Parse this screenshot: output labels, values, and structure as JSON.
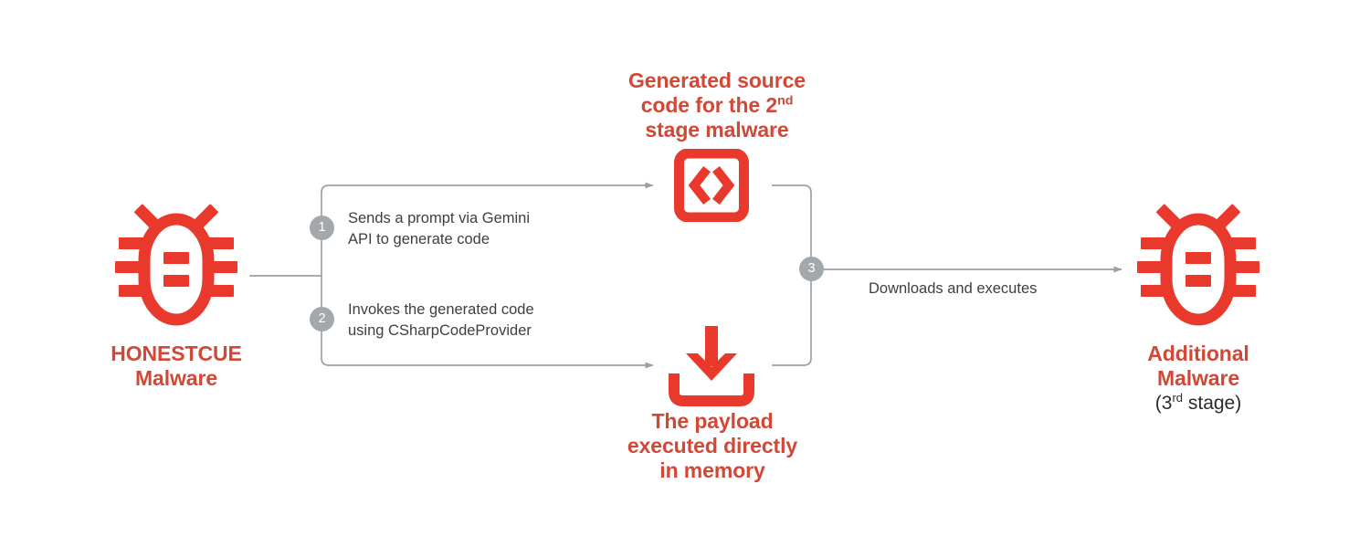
{
  "diagram": {
    "title": "HONESTCUE malware multi-stage execution flow",
    "colors": {
      "icon_red": "#E8392C",
      "label_red": "#D14836",
      "line_gray": "#9aa0a6",
      "badge_gray": "#A2A8AB",
      "text_dark": "#3c4043",
      "background": "#ffffff"
    }
  },
  "nodes": {
    "source_malware": {
      "icon": "bug-icon",
      "label_line1": "HONESTCUE",
      "label_line2": "Malware"
    },
    "generated_code": {
      "icon": "code-brackets-icon",
      "caption_line1": "Generated source",
      "caption_line2_pre": "code for the 2",
      "caption_line2_sup": "nd",
      "caption_line3": "stage malware"
    },
    "payload": {
      "icon": "download-icon",
      "caption_line1": "The payload",
      "caption_line2": "executed directly",
      "caption_line3": "in memory"
    },
    "additional_malware": {
      "icon": "bug-icon",
      "label_line1": "Additional",
      "label_line2": "Malware",
      "sub_pre": "(3",
      "sub_sup": "rd",
      "sub_post": " stage)"
    }
  },
  "steps": [
    {
      "number": "1",
      "text": "Sends a prompt via Gemini\nAPI to generate code"
    },
    {
      "number": "2",
      "text": "Invokes the generated code\nusing CSharpCodeProvider"
    },
    {
      "number": "3",
      "text": "Downloads and executes"
    }
  ]
}
